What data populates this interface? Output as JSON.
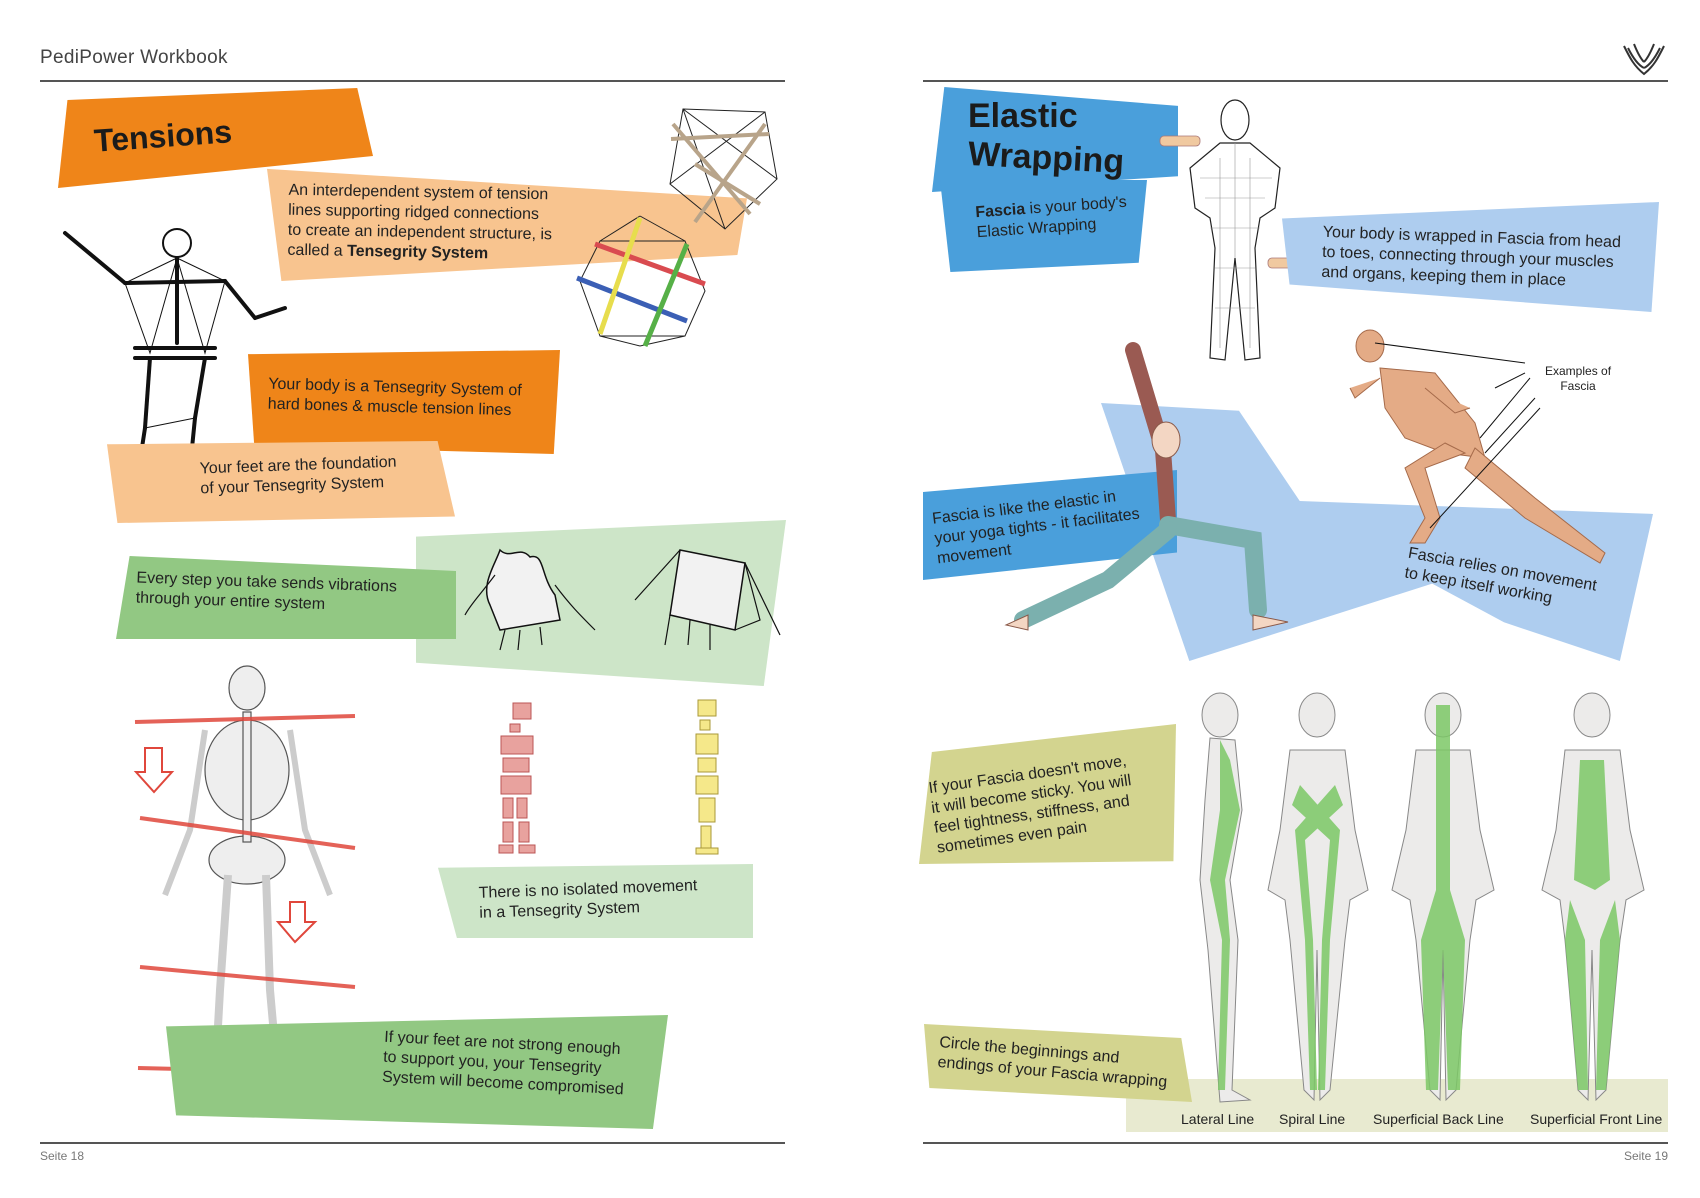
{
  "header": {
    "workbook_title": "PediPower Workbook",
    "logo": "hands-logo-icon"
  },
  "left_page": {
    "title": "Tensions",
    "definition_prefix": "An interdependent system of tension",
    "definition_lines": [
      "An interdependent system of tension",
      "lines supporting ridged connections",
      "to create an independent structure, is"
    ],
    "definition_last_prefix": "called a ",
    "definition_bold": "Tensegrity System",
    "body_text": [
      "Your body is a Tensegrity System of",
      "hard bones & muscle tension lines"
    ],
    "feet_text": [
      "Your feet are the foundation",
      "of your Tensegrity System"
    ],
    "vibration_text": [
      "Every step you take sends vibrations",
      "through your entire system"
    ],
    "isolated_text": [
      "There is no isolated movement",
      "in a Tensegrity System"
    ],
    "compromised_text": [
      "If your feet are not strong enough",
      "to support you, your Tensegrity",
      "System will become compromised"
    ],
    "page_number": "Seite  18"
  },
  "right_page": {
    "title_line1": "Elastic",
    "title_line2": "Wrapping",
    "subtitle_bold": "Fascia",
    "subtitle_rest": " is your body's",
    "subtitle_line2": "Elastic Wrapping",
    "wrapped_text": [
      "Your body is wrapped in Fascia from head",
      "to toes, connecting through your muscles",
      "and organs, keeping them in place"
    ],
    "examples_label": [
      "Examples of",
      "Fascia"
    ],
    "elastic_text": [
      "Fascia is like the elastic in",
      "your yoga tights - it facilitates",
      "movement"
    ],
    "relies_text": [
      "Fascia relies on movement",
      "to keep itself working"
    ],
    "sticky_text": [
      "If your Fascia doesn't move,",
      "it will become sticky. You will",
      "feel tightness, stiffness, and",
      "sometimes even pain"
    ],
    "circle_text": [
      "Circle the beginnings and",
      "endings of your Fascia wrapping"
    ],
    "fascia_lines": [
      "Lateral Line",
      "Spiral Line",
      "Superficial Back Line",
      "Superficial Front Line"
    ],
    "page_number": "Seite  19"
  },
  "colors": {
    "orange": "#ef8519",
    "peach": "#f8c48f",
    "green": "#92c883",
    "light_green": "#cde5c8",
    "blue": "#4a9fdb",
    "light_blue": "#aecdef",
    "olive": "#d3d48f",
    "olive_light": "#e8ead0",
    "fascia_green": "#7cc866"
  }
}
